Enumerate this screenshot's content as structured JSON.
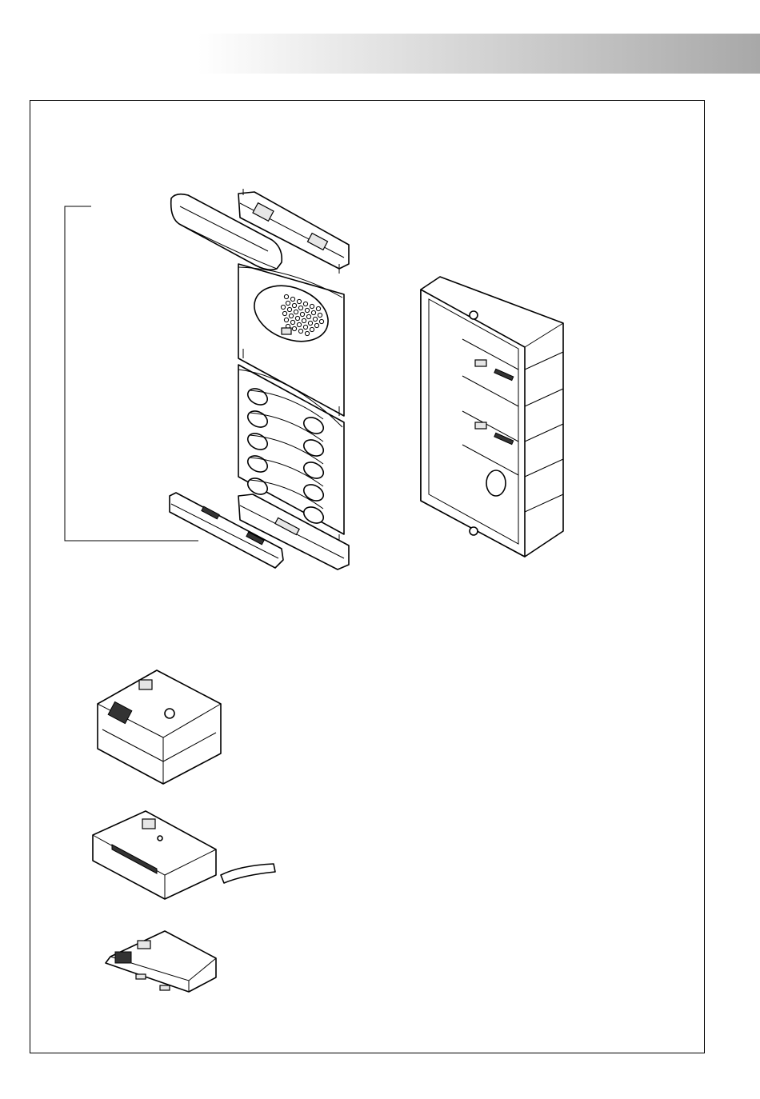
{
  "page": {
    "accent_gradient": [
      "#ffffff",
      "#a8a8a8"
    ]
  },
  "diagram": {
    "components": [
      {
        "id": "top-cap"
      },
      {
        "id": "speaker-module"
      },
      {
        "id": "button-module"
      },
      {
        "id": "bottom-cap"
      },
      {
        "id": "flush-mount-box"
      },
      {
        "id": "audio-unit"
      },
      {
        "id": "push-button-expander"
      },
      {
        "id": "connector-module"
      }
    ]
  }
}
